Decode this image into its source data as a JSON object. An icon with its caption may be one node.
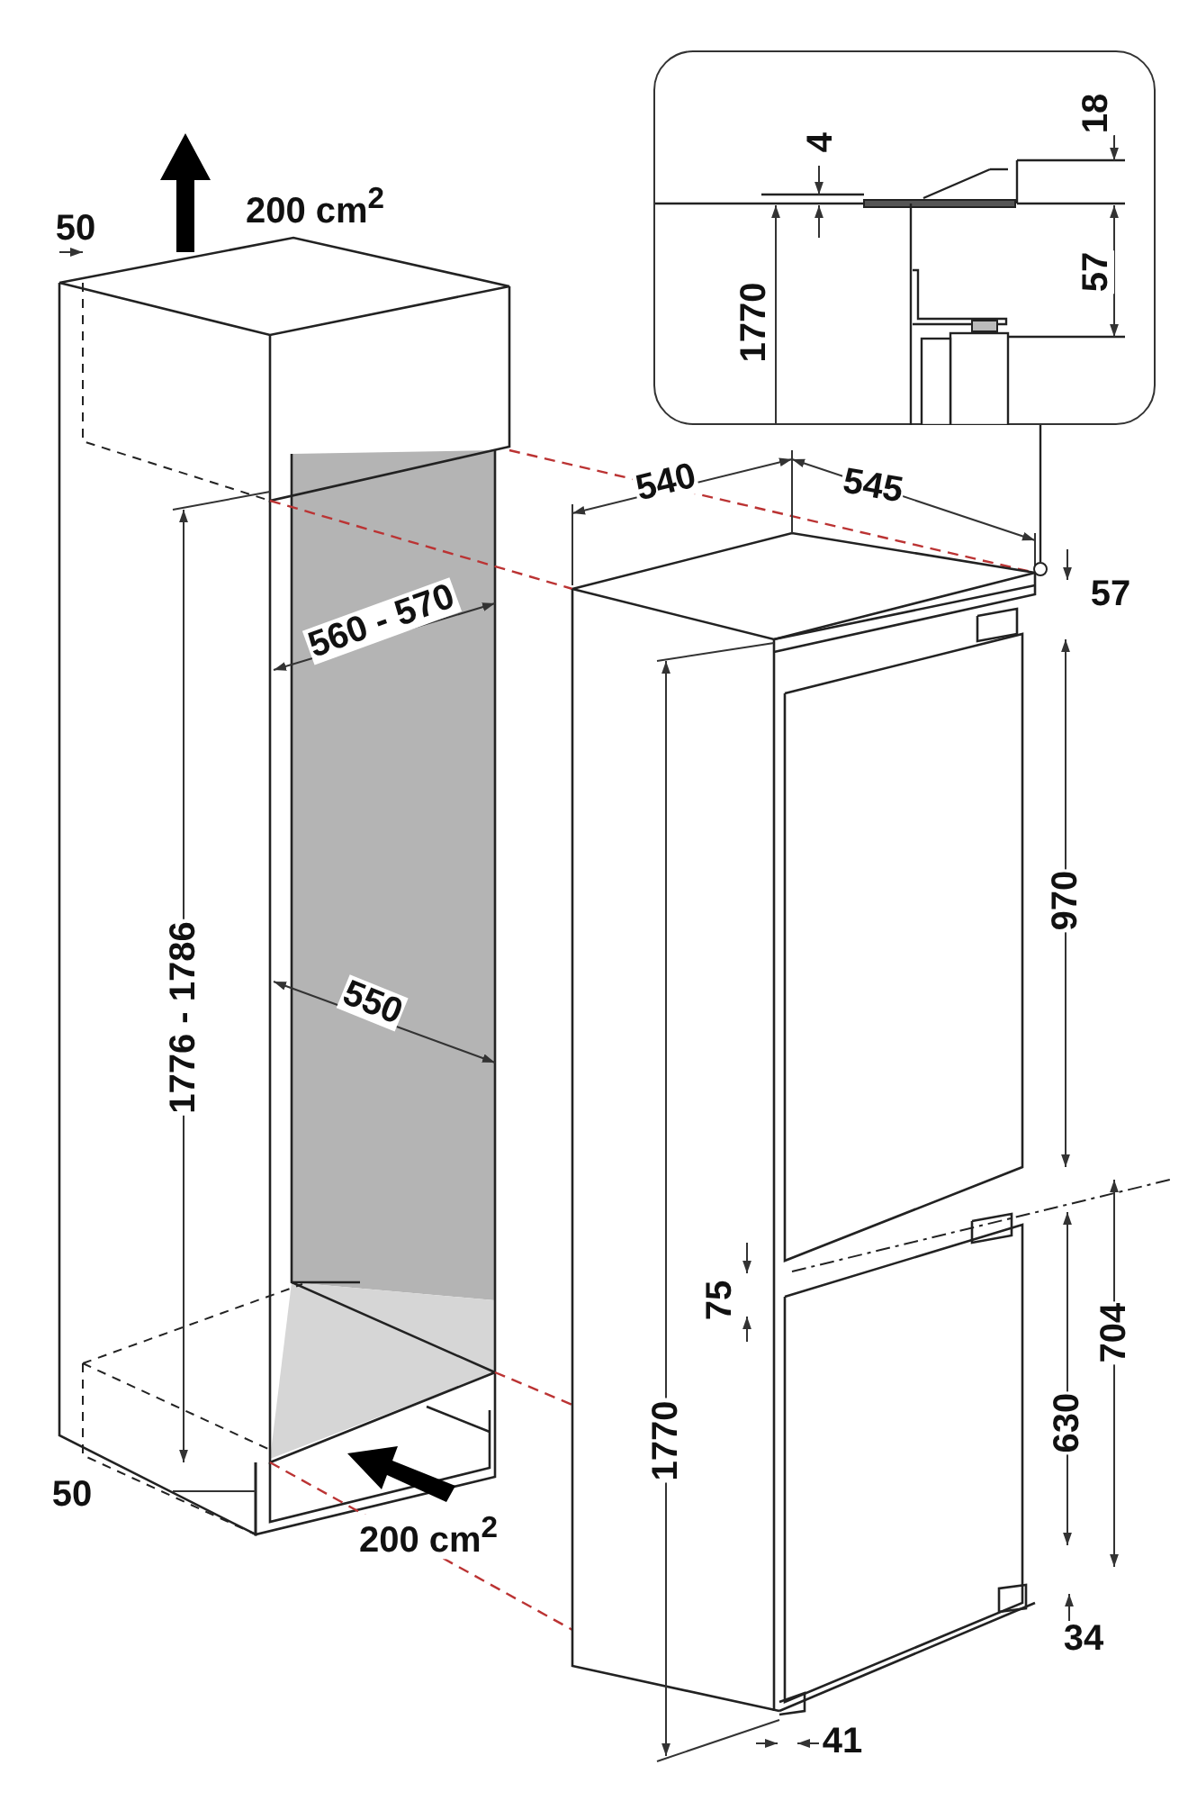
{
  "diagram": {
    "nodes": [
      {
        "text": [
          "18",
          "4",
          "1770",
          "57"
        ]
      },
      {
        "text": [],
        "shape": "circle"
      }
    ],
    "edges": [
      {
        "from": 0,
        "to": 1,
        "arrow": "none"
      }
    ],
    "labels": [
      "50",
      "200 cm$^{2}$",
      "540",
      "545",
      "57",
      "560 - 570",
      "970",
      "1776 - 1786",
      "550",
      "75",
      "704",
      "630",
      "1770",
      "50",
      "200 cm$^{2}$",
      "34",
      "41"
    ]
  }
}
